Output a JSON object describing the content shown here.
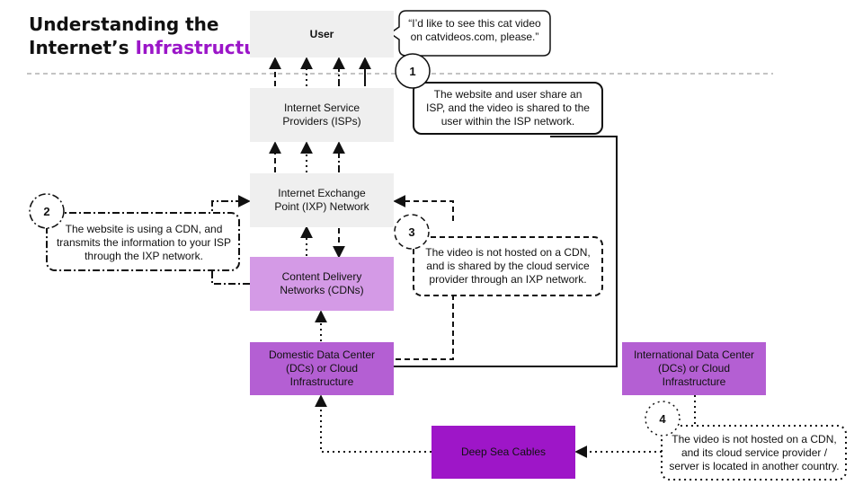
{
  "title": {
    "line1": "Understanding the",
    "line2_prefix": "Internet’s ",
    "line2_accent": "Infrastructure"
  },
  "nodes": {
    "user": "User",
    "isp": "Internet Service Providers (ISPs)",
    "ixp": "Internet Exchange Point (IXP) Network",
    "cdn": "Content Delivery Networks (CDNs)",
    "domestic_dc": "Domestic Data Center (DCs) or Cloud Infrastructure",
    "international_dc": "International Data Center (DCs) or Cloud Infrastructure",
    "deep_sea": "Deep Sea Cables"
  },
  "speech": "“I’d like to see this cat video on catvideos.com, please.”",
  "callouts": [
    {
      "number": "1",
      "text": "The website and user share an ISP, and the video is shared to the user within the ISP network."
    },
    {
      "number": "2",
      "text": "The website is using a CDN, and transmits the information to your ISP through the IXP network."
    },
    {
      "number": "3",
      "text": "The video is not hosted on a CDN, and is shared by the cloud service provider through an IXP network."
    },
    {
      "number": "4",
      "text": "The video is not hosted on a CDN, and its cloud service provider / server is located in another country."
    }
  ],
  "colors": {
    "gray": "#efefef",
    "lavender": "#d49ae6",
    "medium_purple": "#b45fd3",
    "deep_purple": "#9e16c8",
    "accent": "#9b16c8"
  }
}
